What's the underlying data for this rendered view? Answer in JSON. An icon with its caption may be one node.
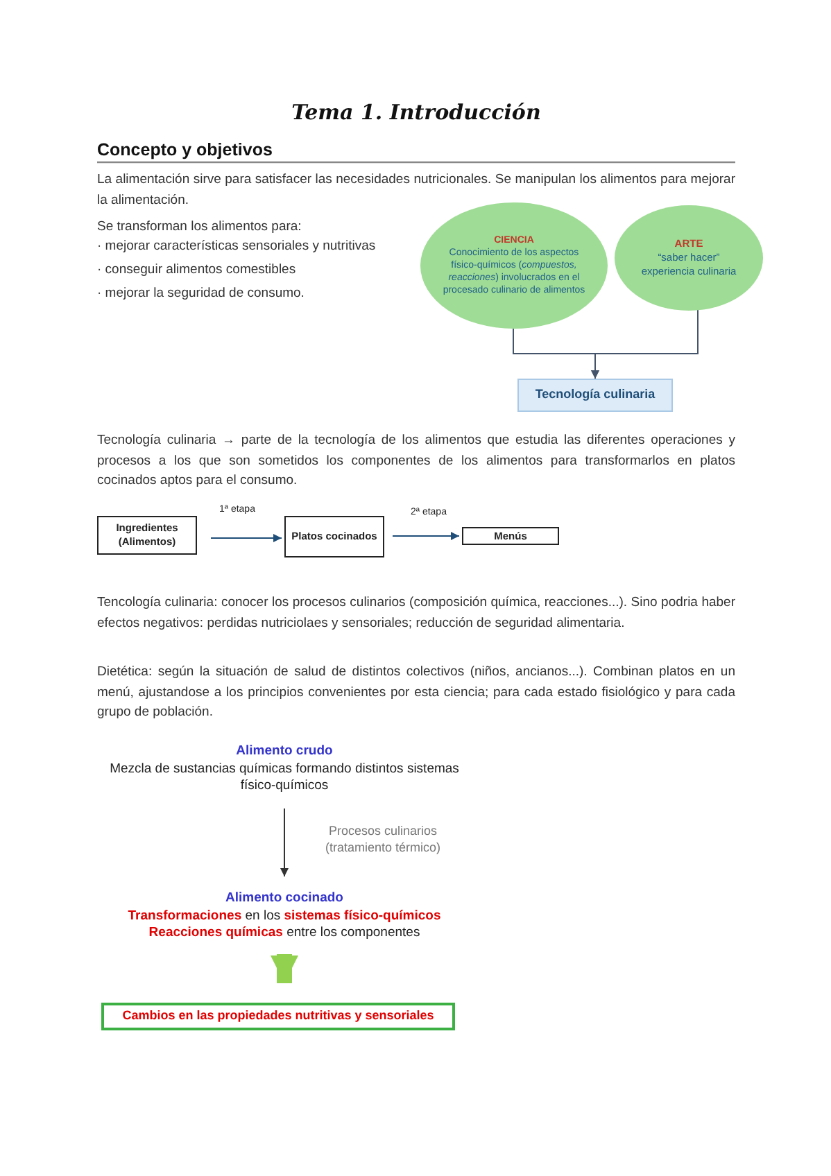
{
  "diagram": {
    "title": "Tema 1. Introducción",
    "nodes": [
      {
        "text": [
          "CIENCIA",
          "Conocimiento de los aspectos físico-químicos (*compuestos, reacciones*) involucrados en el procesado culinario de alimentos"
        ]
      },
      {
        "text": [
          "ARTE",
          "“saber hacer” experiencia culinaria"
        ]
      },
      {
        "text": [
          "Tecnología culinaria"
        ]
      },
      {
        "text": [
          "Ingredientes (Alimentos)"
        ]
      },
      {
        "text": [
          "Platos cocinados"
        ]
      },
      {
        "text": [
          "Menús"
        ]
      },
      {
        "text": [
          "Alimento crudo",
          "Mezcla de sustancias químicas formando distintos sistemas físico-químicos"
        ]
      },
      {
        "text": [
          "Alimento cocinado",
          "**Transformaciones** en los **sistemas físico-químicos**",
          "**Reacciones químicas** entre los componentes"
        ]
      },
      {
        "text": [
          "Cambios en las propiedades nutritivas y sensoriales"
        ]
      }
    ],
    "edges": [
      {
        "from": 0,
        "to": 2,
        "arrow": "to"
      },
      {
        "from": 1,
        "to": 2,
        "arrow": "to"
      },
      {
        "from": 3,
        "to": 4,
        "arrow": "to",
        "label": "1ª etapa"
      },
      {
        "from": 4,
        "to": 5,
        "arrow": "to",
        "label": "2ª etapa"
      },
      {
        "from": 6,
        "to": 7,
        "arrow": "to",
        "label": "Procesos culinarios (tratamiento térmico)"
      },
      {
        "from": 7,
        "to": 8,
        "arrow": "to",
        "style": "thick",
        "color": "#92d050"
      }
    ],
    "labels": [
      "Concepto y objetivos",
      "La alimentación sirve para satisfacer las necesidades nutricionales. Se manipulan los alimentos para mejorar la alimentación.",
      "Se transforman los alimentos para:",
      "· mejorar características sensoriales y nutritivas",
      "· conseguir alimentos comestibles",
      "· mejorar la seguridad de consumo.",
      "Tecnología culinaria → parte de la tecnología de los alimentos que estudia las diferentes operaciones y procesos a los que son sometidos los componentes de los alimentos para transformarlos en platos cocinados aptos para el consumo.",
      "Tencología culinaria: conocer los procesos culinarios (composición química, reacciones...). Sino podria haber efectos negativos: perdidas nutriciolaes y sensoriales; reducción de seguridad alimentaria.",
      "Dietética: según la situación de salud de distintos colectivos (niños, ancianos...). Combinan platos en un menú, ajustandose a los principios convenientes por esta ciencia; para cada estado fisiológico y para cada grupo de población."
    ]
  }
}
